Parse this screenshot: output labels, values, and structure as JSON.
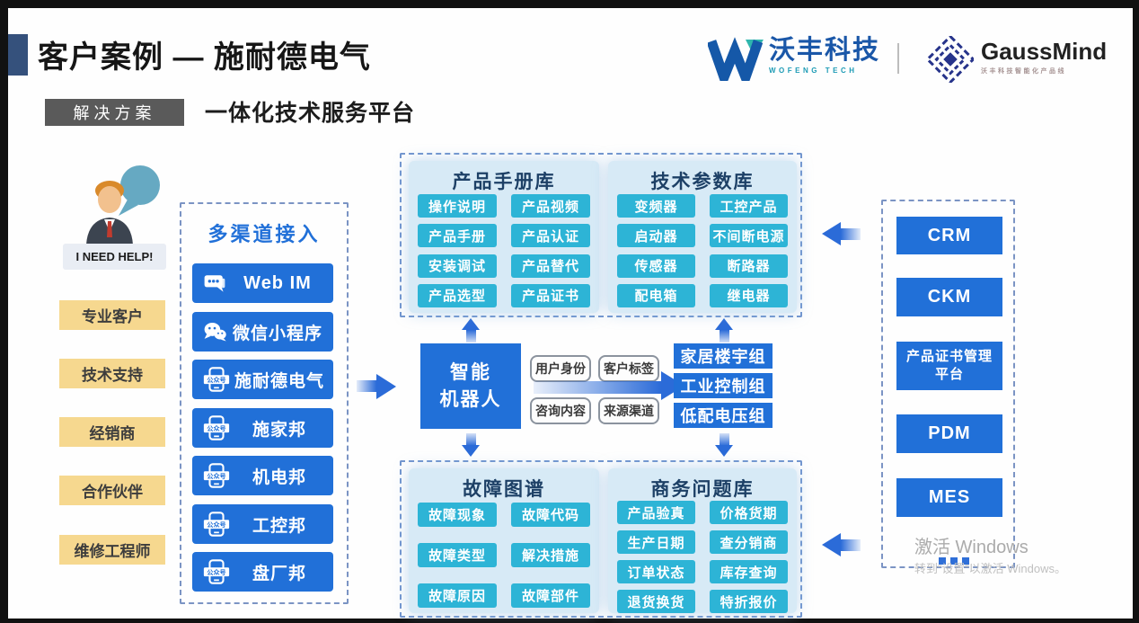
{
  "colors": {
    "primary_blue": "#2170d8",
    "cyan": "#2db4d6",
    "panel_blue": "#d7eaf6",
    "yellow": "#f6d88f",
    "accent_navy": "#35517c"
  },
  "header": {
    "title": "客户案例 — 施耐德电气",
    "solution_label": "解决方案",
    "solution_title": "一体化技术服务平台",
    "wofeng": {
      "name": "沃丰科技",
      "sub": "WOFENG TECH"
    },
    "gaussmind": {
      "name": "GaussMind",
      "sub": "沃丰科技智能化产品线"
    }
  },
  "persona": {
    "help_label": "I NEED HELP!"
  },
  "roles": [
    "专业客户",
    "技术支持",
    "经销商",
    "合作伙伴",
    "维修工程师"
  ],
  "channels": {
    "title": "多渠道接入",
    "official_account_badge": "公众号",
    "items": [
      {
        "label": "Web IM",
        "icon": "chat-bubble-icon"
      },
      {
        "label": "微信小程序",
        "icon": "wechat-icon"
      },
      {
        "label": "施耐德电气",
        "icon": "official-account-icon"
      },
      {
        "label": "施家邦",
        "icon": "official-account-icon"
      },
      {
        "label": "机电邦",
        "icon": "official-account-icon"
      },
      {
        "label": "工控邦",
        "icon": "official-account-icon"
      },
      {
        "label": "盘厂邦",
        "icon": "official-account-icon"
      }
    ]
  },
  "robot": {
    "line1": "智能",
    "line2": "机器人"
  },
  "tags": [
    "用户身份",
    "客户标签",
    "咨询内容",
    "来源渠道"
  ],
  "groups": [
    "家居楼宇组",
    "工业控制组",
    "低配电压组"
  ],
  "panels": {
    "manual": {
      "title": "产品手册库",
      "items": [
        "操作说明",
        "产品视频",
        "产品手册",
        "产品认证",
        "安装调试",
        "产品替代",
        "产品选型",
        "产品证书"
      ]
    },
    "params": {
      "title": "技术参数库",
      "items": [
        "变频器",
        "工控产品",
        "启动器",
        "不间断电源",
        "传感器",
        "断路器",
        "配电箱",
        "继电器"
      ]
    },
    "fault": {
      "title": "故障图谱",
      "items": [
        "故障现象",
        "故障代码",
        "故障类型",
        "解决措施",
        "故障原因",
        "故障部件"
      ]
    },
    "business": {
      "title": "商务问题库",
      "items": [
        "产品验真",
        "价格货期",
        "生产日期",
        "查分销商",
        "订单状态",
        "库存查询",
        "退货换货",
        "特折报价"
      ]
    }
  },
  "systems": {
    "items": [
      "CRM",
      "CKM",
      "产品证书管理平台",
      "PDM",
      "MES"
    ]
  },
  "icons": [
    "customer-avatar",
    "speech-bubble-icon",
    "chat-bubble-icon",
    "wechat-icon",
    "official-account-icon",
    "wofeng-w-icon",
    "gaussmind-diamond-icon",
    "ellipsis-icon"
  ],
  "watermark": {
    "line1": "激活 Windows",
    "line2": "转到“设置”以激活 Windows。"
  }
}
